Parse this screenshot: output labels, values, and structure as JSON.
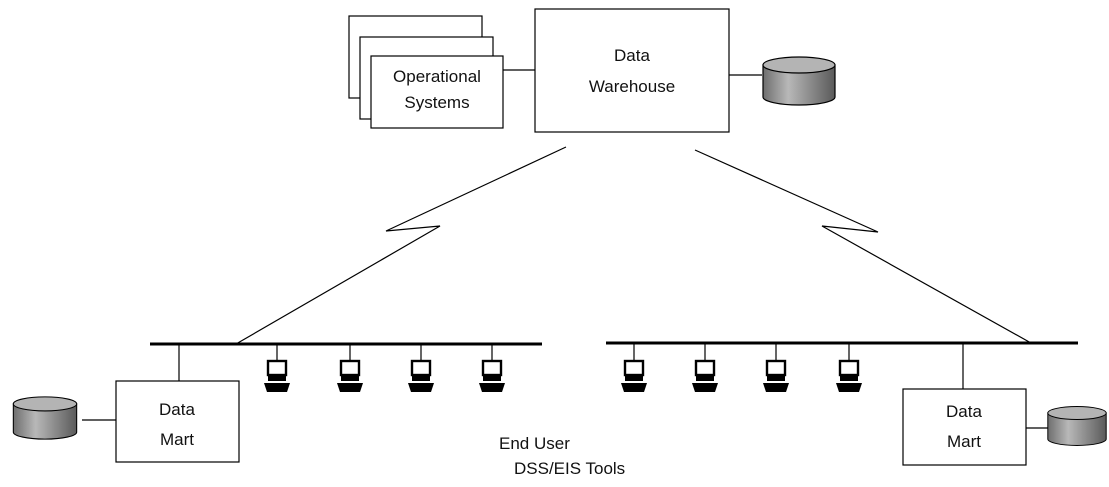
{
  "nodes": {
    "operational_systems": {
      "line1": "Operational",
      "line2": "Systems"
    },
    "data_warehouse": {
      "line1": "Data",
      "line2": "Warehouse"
    },
    "data_mart_left": {
      "line1": "Data",
      "line2": "Mart"
    },
    "data_mart_right": {
      "line1": "Data",
      "line2": "Mart"
    }
  },
  "end_user": {
    "line1": "End User",
    "line2": "DSS/EIS Tools"
  },
  "colors": {
    "line": "#000000",
    "database_body": "#8c8c8c",
    "database_top": "#b4b4b4",
    "computer_fill": "#000000"
  },
  "icons": {
    "database": "database-cylinder-icon",
    "workstation": "workstation-computer-icon"
  }
}
